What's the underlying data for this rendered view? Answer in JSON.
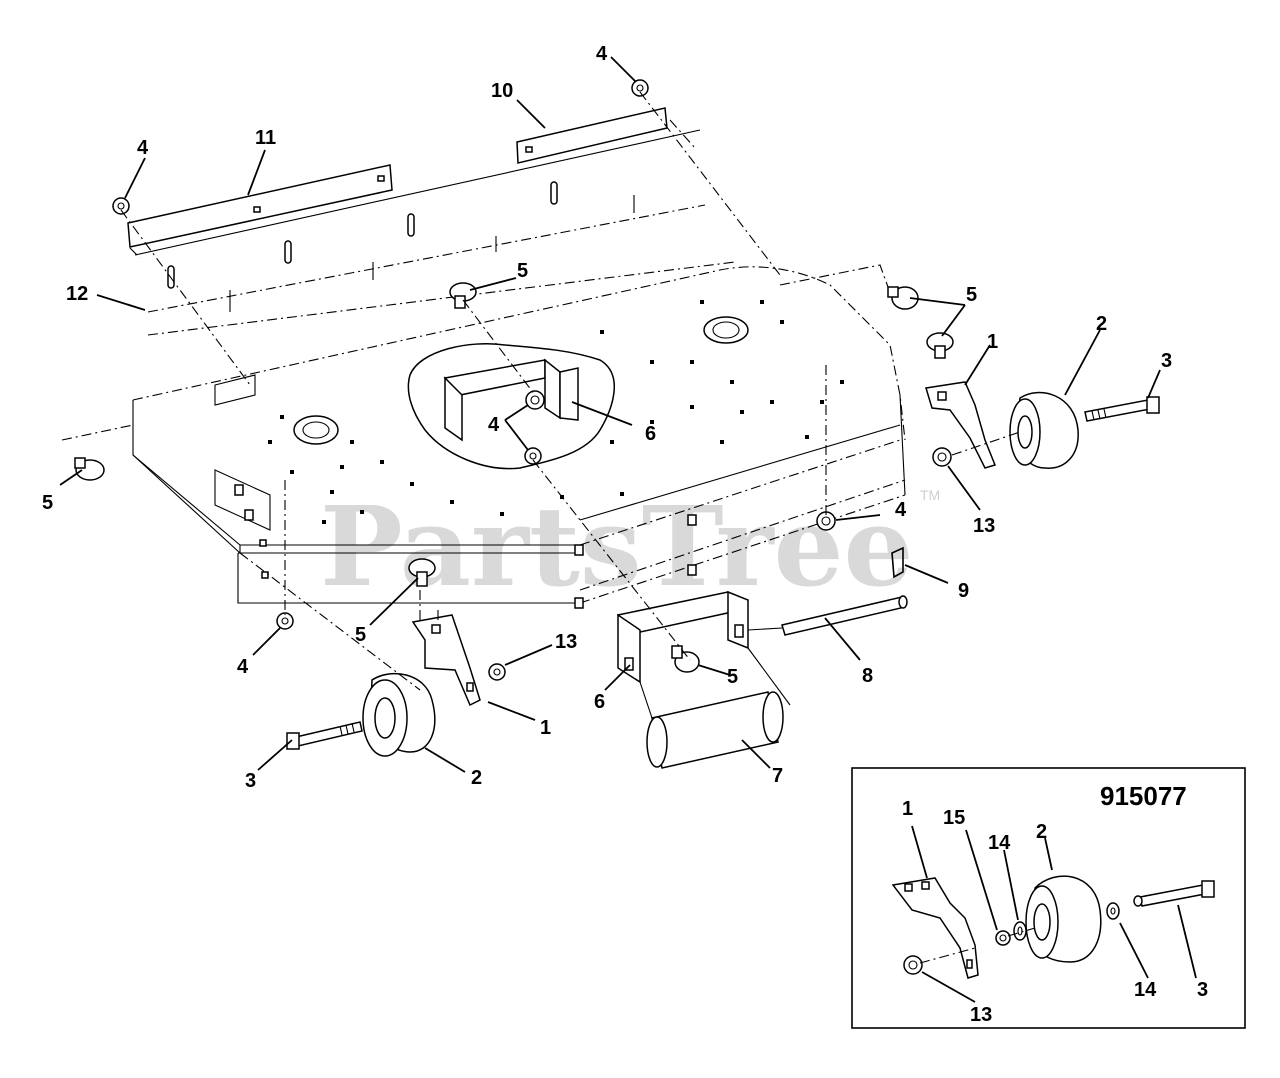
{
  "watermark": {
    "text": "PartsTree",
    "trademark": "TM"
  },
  "inset": {
    "model_number": "915077"
  },
  "callouts": {
    "c1": "1",
    "c2": "2",
    "c3": "3",
    "c4": "4",
    "c5": "5",
    "c6": "6",
    "c7": "7",
    "c8": "8",
    "c9": "9",
    "c10": "10",
    "c11": "11",
    "c12": "12",
    "c13": "13",
    "c14": "14",
    "c15": "15"
  }
}
